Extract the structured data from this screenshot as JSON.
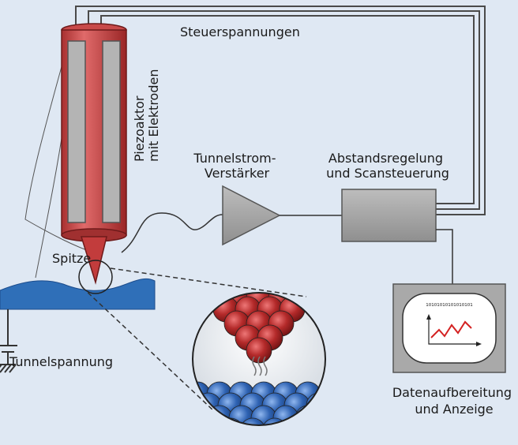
{
  "labels": {
    "control_voltages": "Steuerspannungen",
    "piezo_line1": "Piezoaktor",
    "piezo_line2": "mit Elektroden",
    "amplifier_line1": "Tunnelstrom-",
    "amplifier_line2": "Verstärker",
    "controller_line1": "Abstandsregelung",
    "controller_line2": "und Scansteuerung",
    "tip": "Spitze",
    "tunnel_voltage": "Tunnelspannung",
    "display_line1": "Datenaufbereitung",
    "display_line2": "und Anzeige",
    "display_bits": "10101010101010101"
  },
  "colors": {
    "background": "#dfe8f3",
    "piezo_red": "#cc4444",
    "piezo_red_dark": "#8e2222",
    "electrode_gray": "#b4b4b4",
    "box_gray": "#a6a6a6",
    "sample_blue": "#2f6fb8",
    "tip_atom_red": "#a62323",
    "sample_atom_blue": "#2f5fae",
    "plot_line": "#d42222"
  }
}
